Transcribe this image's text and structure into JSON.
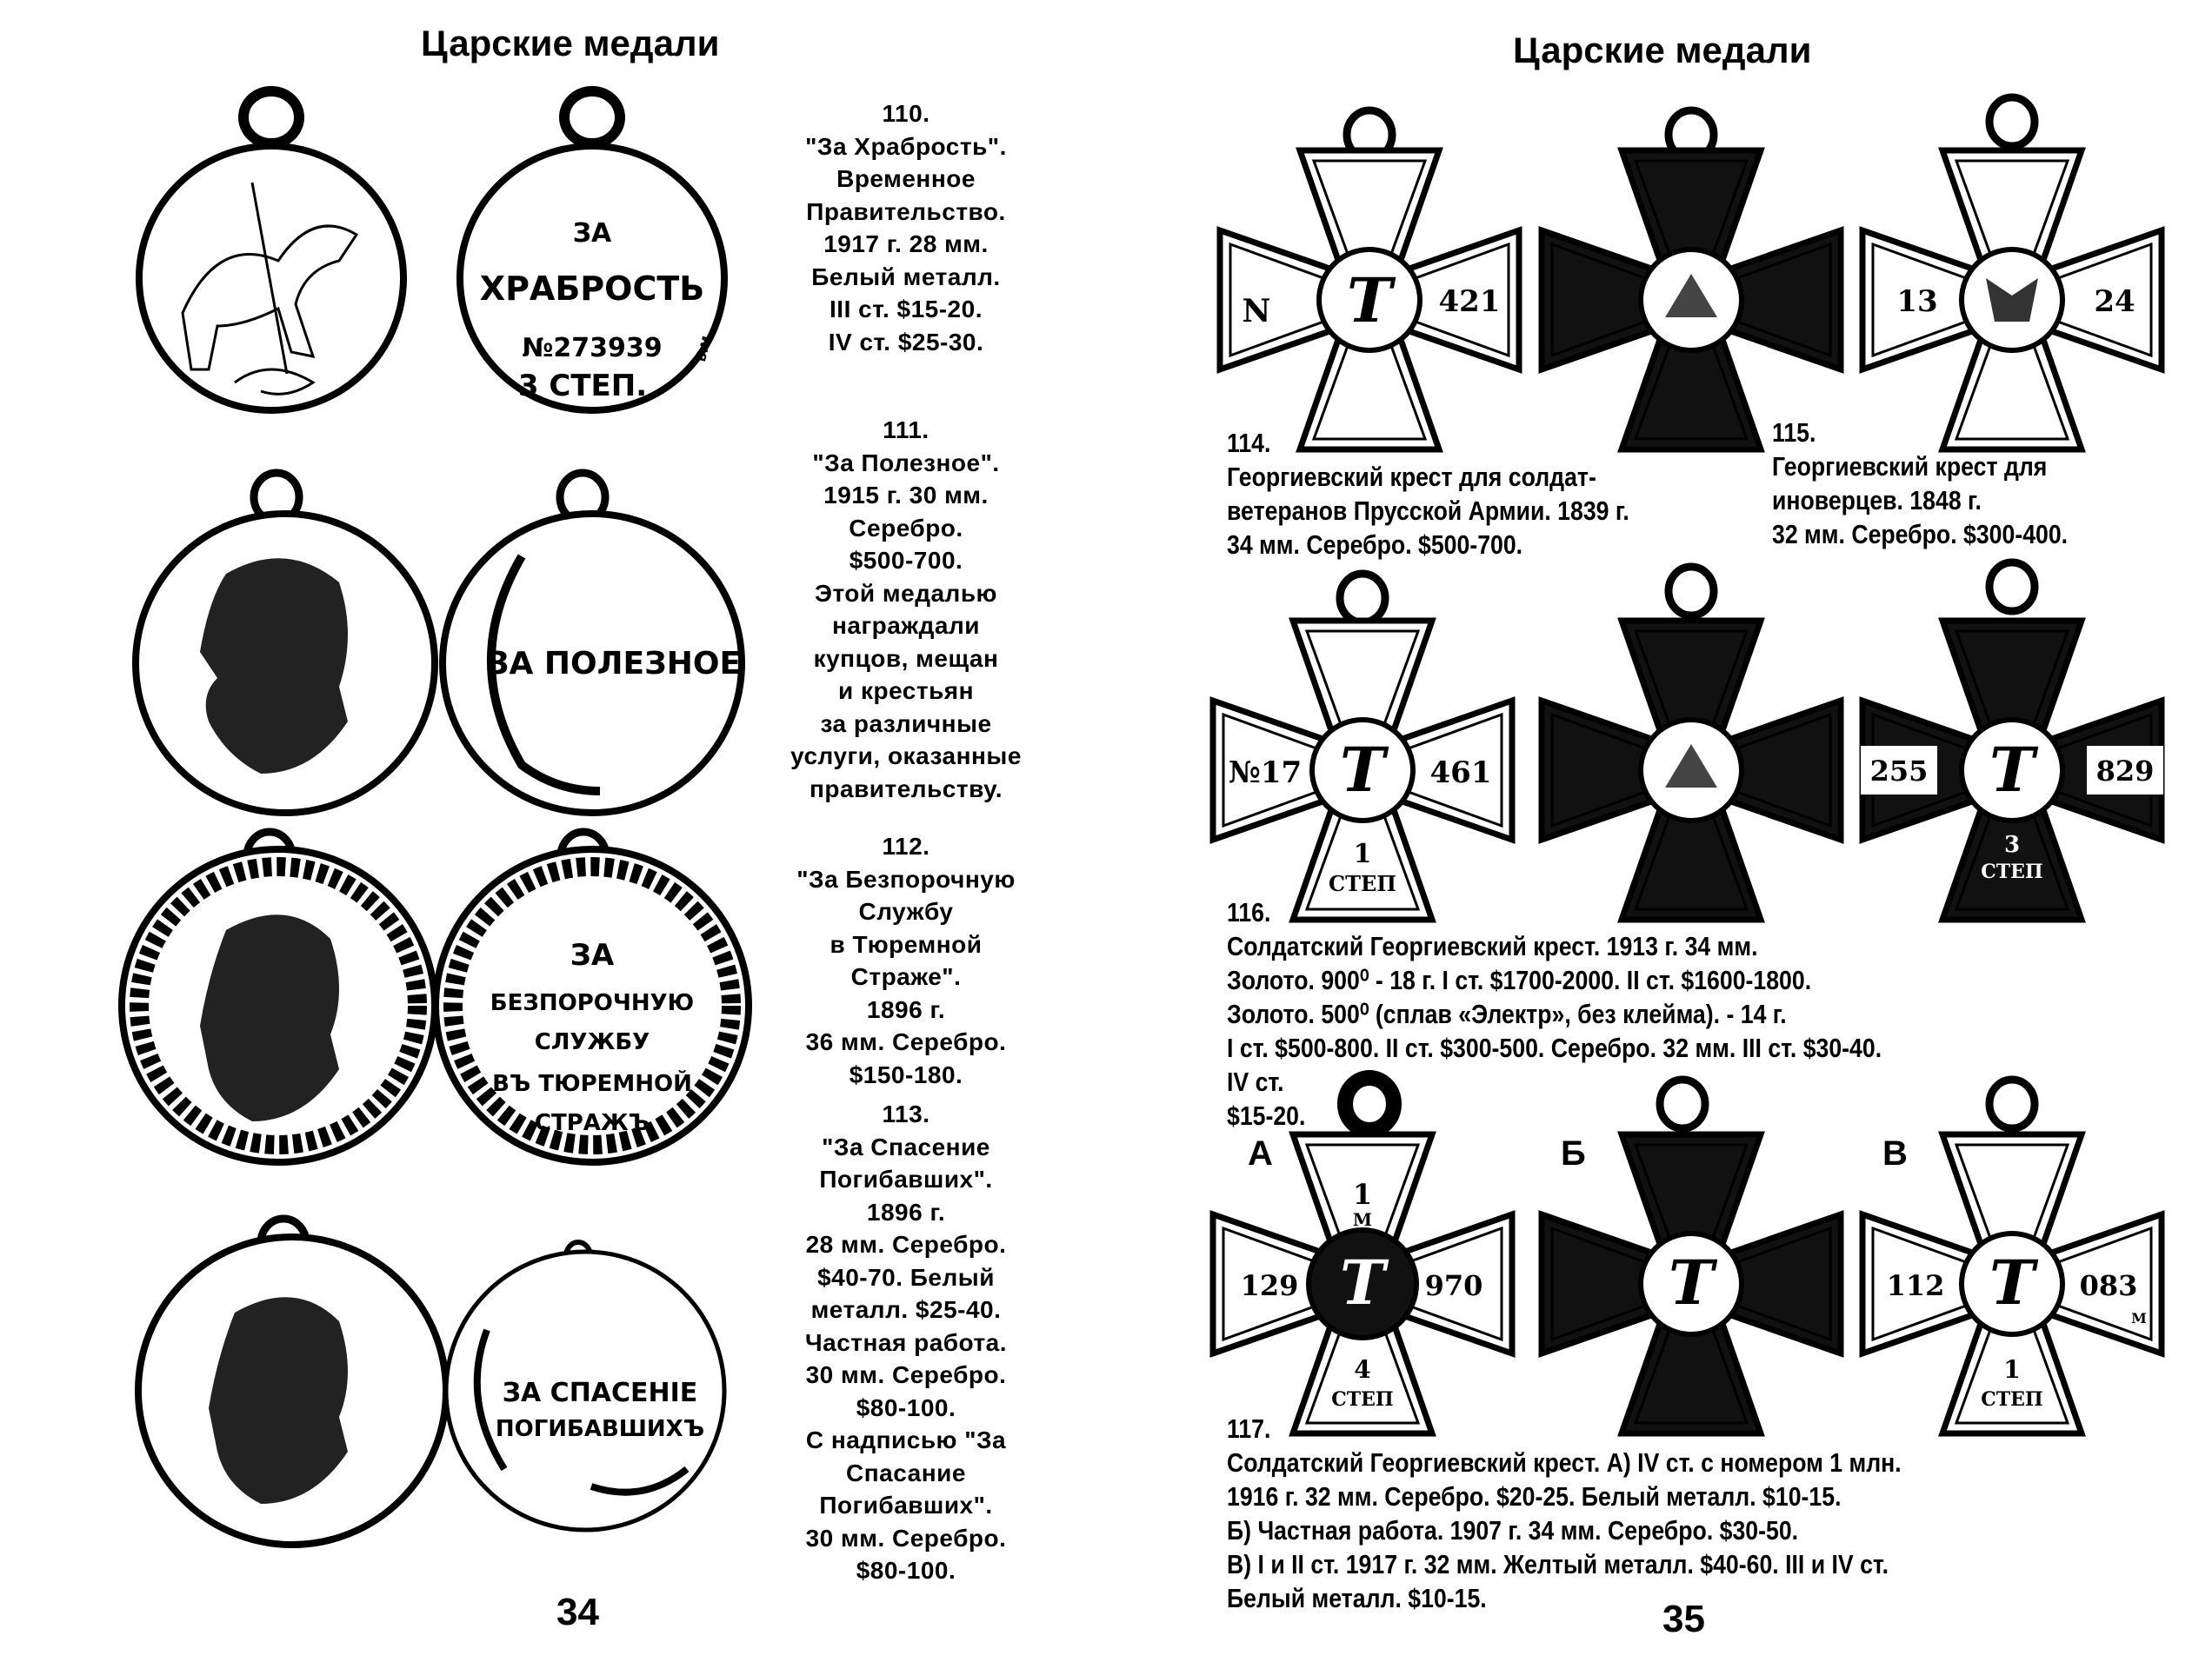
{
  "left_page": {
    "header": "Царские медали",
    "page_number": "34",
    "items": [
      {
        "lines": [
          "110.",
          "\"За Храбрость\".",
          "Временное",
          "Правительство.",
          "1917  г. 28 мм.",
          "Белый металл.",
          "III  ст. $15-20.",
          "IV ст. $25-30."
        ]
      },
      {
        "lines": [
          "111.",
          "\"За Полезное\".",
          "1915  г. 30 мм.",
          "Серебро.",
          "$500-700.",
          "Этой медалью",
          "награждали",
          "купцов, мещан",
          "и  крестьян",
          "за  различные",
          "услуги, оказанные",
          "правительству."
        ]
      },
      {
        "lines": [
          "112.",
          "\"За  Безпорочную",
          "Службу",
          "в  Тюремной",
          "Страже\".",
          "1896  г.",
          "36 мм. Серебро.",
          "$150-180."
        ]
      },
      {
        "lines": [
          "113.",
          "\"За Спасение",
          "Погибавших\".",
          "1896  г.",
          "28 мм. Серебро.",
          "$40-70.  Белый",
          "металл. $25-40.",
          "Частная работа.",
          "30  мм. Серебро.",
          "$80-100.",
          "С  надписью \"За",
          "Спасание",
          "Погибавших\".",
          "30 мм. Серебро.",
          "$80-100."
        ]
      }
    ],
    "medal_inscriptions": {
      "m110": [
        "ЗА",
        "ХРАБРОСТЬ",
        "№273939",
        "3 СТЕП.",
        "Б.М."
      ],
      "m111": [
        "ЗА ПОЛЕЗНОЕ"
      ],
      "m112": [
        "ЗА",
        "БЕЗПОРОЧНУЮ",
        "СЛУЖБУ",
        "ВЪ ТЮРЕМНОЙ",
        "СТРАЖЪ"
      ],
      "m113": [
        "ЗА СПАСЕНIЕ",
        "ПОГИБАВШИХЪ"
      ]
    }
  },
  "right_page": {
    "header": "Царские медали",
    "page_number": "35",
    "item114": {
      "lines": [
        "114.",
        "Георгиевский крест для солдат-",
        "ветеранов Прусской Армии. 1839  г.",
        "34 мм. Серебро. $500-700."
      ]
    },
    "item115": {
      "lines": [
        "115.",
        "Георгиевский крест для",
        "иноверцев. 1848  г.",
        "32 мм. Серебро. $300-400."
      ]
    },
    "item116": {
      "lines": [
        "116.",
        "Солдатский Георгиевский крест. 1913  г.  34 мм.",
        "Золото. 900⁰ - 18 г. I ст. $1700-2000.  II ст. $1600-1800.",
        "Золото. 500⁰ (сплав «Электр», без клейма).  - 14 г.",
        "I ст. $500-800.  II ст. $300-500. Серебро. 32 мм.  III ст. $30-40.",
        "IV ст.",
        "$15-20."
      ]
    },
    "item117": {
      "lines": [
        "117.",
        "Солдатский Георгиевский крест. А) IV ст. с номером 1 млн.",
        "1916  г. 32 мм. Серебро. $20-25.  Белый металл. $10-15.",
        "Б)  Частная работа. 1907  г. 34 мм. Серебро. $30-50.",
        "В) I и II ст. 1917  г. 32 мм. Желтый металл. $40-60. III и IV  ст.",
        "Белый металл. $10-15."
      ]
    },
    "variant_letters": [
      "А",
      "Б",
      "В"
    ],
    "cross_marks": {
      "c114": [
        "N",
        "421"
      ],
      "c115": [
        "13",
        "24"
      ],
      "c116a": [
        "№17",
        "461",
        "1",
        "СТЕП"
      ],
      "c116c": [
        "255",
        "829",
        "3",
        "СТЕП"
      ],
      "c117a": [
        "1",
        "М",
        "129",
        "970",
        "4",
        "СТЕП"
      ],
      "c117c": [
        "112",
        "083",
        "1",
        "СТЕП",
        "М"
      ]
    }
  }
}
